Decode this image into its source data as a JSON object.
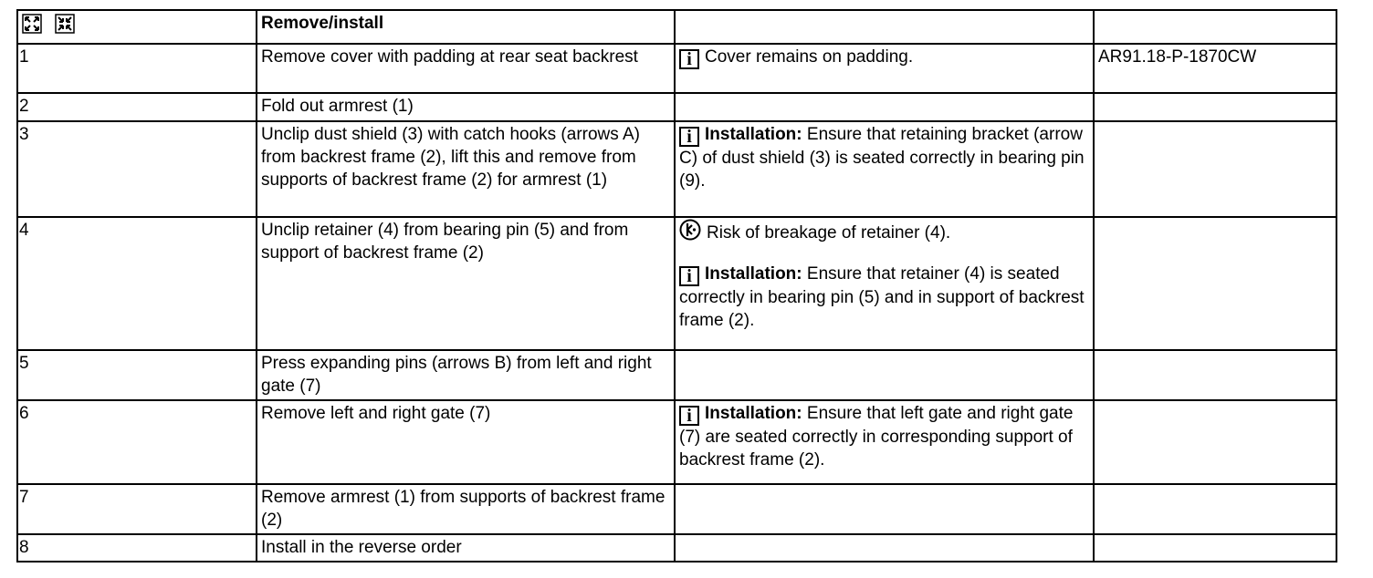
{
  "header": {
    "icons": [
      "expand-icon",
      "collapse-icon"
    ],
    "title": "Remove/install"
  },
  "steps": [
    {
      "num": "1",
      "action": "Remove cover with padding at rear seat backrest",
      "notes": [
        {
          "icon": "info-icon",
          "label": "",
          "text": "Cover remains on padding."
        }
      ],
      "ref": "AR91.18-P-1870CW"
    },
    {
      "num": "2",
      "action": "Fold out armrest (1)",
      "notes": [],
      "ref": ""
    },
    {
      "num": "3",
      "action": "Unclip dust shield (3) with catch hooks (arrows A) from backrest frame (2), lift this and remove from supports of backrest frame (2) for armrest (1)",
      "notes": [
        {
          "icon": "info-icon",
          "label": "Installation:",
          "text": "Ensure that retaining bracket (arrow C) of dust shield (3) is seated correctly in bearing pin (9)."
        }
      ],
      "ref": ""
    },
    {
      "num": "4",
      "action": "Unclip retainer (4) from bearing pin (5) and from support of backrest frame (2)",
      "notes": [
        {
          "icon": "warning-icon",
          "label": "",
          "text": "Risk of breakage of retainer (4)."
        },
        {
          "icon": "info-icon",
          "label": "Installation:",
          "text": "Ensure that retainer (4) is seated correctly in bearing pin (5) and in support of backrest frame (2)."
        }
      ],
      "ref": ""
    },
    {
      "num": "5",
      "action": "Press expanding pins (arrows B) from left and right gate (7)",
      "notes": [],
      "ref": ""
    },
    {
      "num": "6",
      "action": "Remove left and right gate (7)",
      "notes": [
        {
          "icon": "info-icon",
          "label": "Installation:",
          "text": "Ensure that left gate and right gate (7) are seated correctly in corresponding support of backrest frame (2)."
        }
      ],
      "ref": ""
    },
    {
      "num": "7",
      "action": "Remove armrest (1) from supports of backrest frame (2)",
      "notes": [],
      "ref": ""
    },
    {
      "num": "8",
      "action": "Install in the reverse order",
      "notes": [],
      "ref": ""
    }
  ]
}
